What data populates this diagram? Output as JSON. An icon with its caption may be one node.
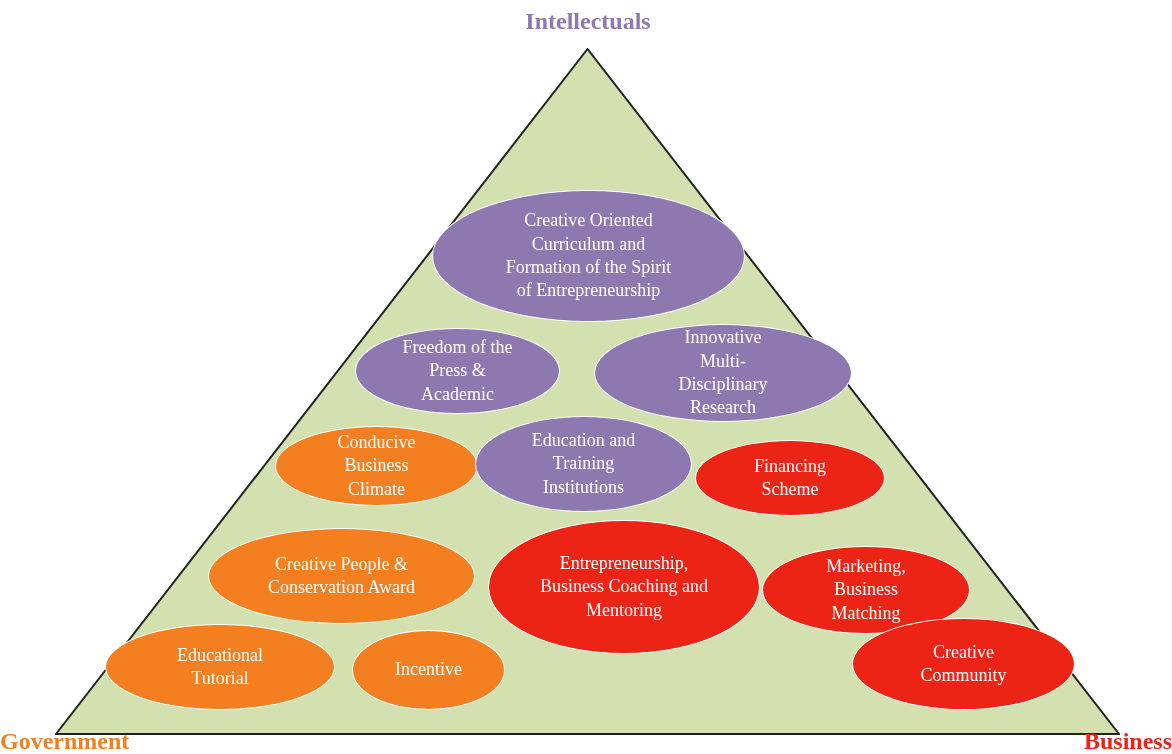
{
  "diagram": {
    "nodes": [
      {
        "text": [],
        "shape": "triangle"
      },
      {
        "text": [
          "Creative Oriented Curriculum and Formation of the Spirit of Entrepreneurship"
        ],
        "in": 0
      },
      {
        "text": [
          "Freedom of the Press & Academic"
        ],
        "in": 0
      },
      {
        "text": [
          "Innovative Multi-Disciplinary Research"
        ],
        "in": 0
      },
      {
        "text": [
          "Conducive Business Climate"
        ],
        "in": 0
      },
      {
        "text": [
          "Education and Training Institutions"
        ],
        "in": 0
      },
      {
        "text": [
          "Financing Scheme"
        ],
        "in": 0
      },
      {
        "text": [
          "Creative People & Conservation Award"
        ],
        "in": 0
      },
      {
        "text": [
          "Entrepreneurship, Business Coaching and Mentoring"
        ],
        "in": 0
      },
      {
        "text": [
          "Marketing, Business Matching"
        ],
        "in": 0
      },
      {
        "text": [
          "Educational Tutorial"
        ],
        "in": 0
      },
      {
        "text": [
          "Incentive"
        ],
        "in": 0
      },
      {
        "text": [
          "Creative Community"
        ],
        "in": 0
      }
    ],
    "edges": [],
    "labels": [
      "Intellectuals",
      "Government",
      "Business"
    ]
  }
}
